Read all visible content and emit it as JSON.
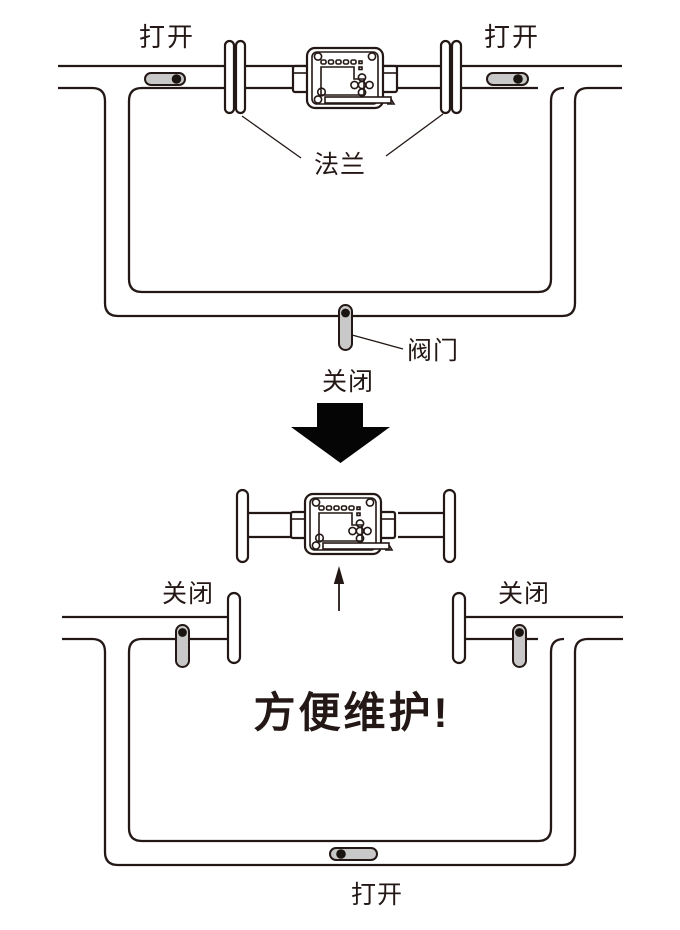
{
  "title": "flow-meter bypass installation diagram",
  "colors": {
    "line": "#231815",
    "valve_handle_fill": "#c9c8c8",
    "valve_dot": "#1b1512",
    "transition_arrow": "#050505",
    "background": "#ffffff"
  },
  "top_diagram": {
    "left_valve_label": "打开",
    "right_valve_label": "打开",
    "flange_label": "法兰",
    "valve_name_label": "阀门",
    "bypass_valve_label": "关闭"
  },
  "bottom_diagram": {
    "left_valve_label": "关闭",
    "right_valve_label": "关闭",
    "bypass_valve_label": "打开",
    "callout": "方便维护!"
  }
}
